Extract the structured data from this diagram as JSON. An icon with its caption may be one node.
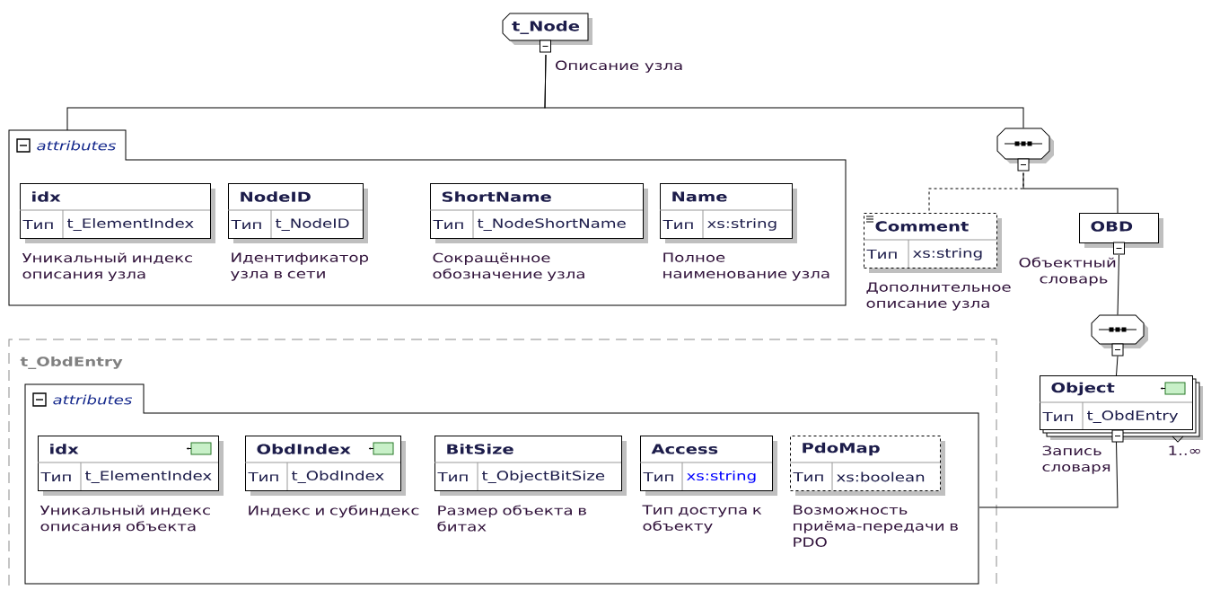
{
  "diagram": {
    "nodes": [
      {
        "text": [
          "t_Node"
        ],
        "beside": [
          "Описание узла"
        ]
      },
      {
        "text": [
          "attributes"
        ]
      },
      {
        "text": [
          "idx",
          "Тип",
          "t_ElementIndex"
        ],
        "beside": [
          "Уникальный индекс описания узла"
        ],
        "in": 1
      },
      {
        "text": [
          "NodeID",
          "Тип",
          "t_NodeID"
        ],
        "beside": [
          "Идентификатор узла в сети"
        ],
        "in": 1
      },
      {
        "text": [
          "ShortName",
          "Тип",
          "t_NodeShortName"
        ],
        "beside": [
          "Сокращённое обозначение узла"
        ],
        "in": 1
      },
      {
        "text": [
          "Name",
          "Тип",
          "xs:string"
        ],
        "beside": [
          "Полное наименование узла"
        ],
        "in": 1
      },
      {
        "text": [],
        "shape": "octagon"
      },
      {
        "text": [
          "Comment",
          "Тип",
          "xs:string"
        ],
        "beside": [
          "Дополнительное описание узла"
        ]
      },
      {
        "text": [
          "OBD"
        ],
        "beside": [
          "Объектный словарь"
        ]
      },
      {
        "text": [],
        "shape": "octagon"
      },
      {
        "text": [
          "Object",
          "Тип",
          "t_ObdEntry"
        ],
        "beside": [
          "Запись словаря",
          "1..∞"
        ]
      },
      {
        "text": [
          "t_ObdEntry"
        ]
      },
      {
        "text": [
          "attributes"
        ],
        "in": 11
      },
      {
        "text": [
          "idx",
          "Тип",
          "t_ElementIndex"
        ],
        "beside": [
          "Уникальный индекс описания объекта"
        ],
        "in": 12
      },
      {
        "text": [
          "ObdIndex",
          "Тип",
          "t_ObdIndex"
        ],
        "beside": [
          "Индекс и субиндекс"
        ],
        "in": 12
      },
      {
        "text": [
          "BitSize",
          "Тип",
          "t_ObjectBitSize"
        ],
        "beside": [
          "Размер объекта в битах"
        ],
        "in": 12
      },
      {
        "text": [
          "Access",
          "Тип",
          "xs:string"
        ],
        "beside": [
          "Тип доступа к объекту"
        ],
        "in": 12
      },
      {
        "text": [
          "PdoMap",
          "Тип",
          "xs:boolean"
        ],
        "beside": [
          "Возможность приёма-передачи в PDO"
        ],
        "in": 12
      }
    ],
    "edges": [
      {
        "from": 0,
        "to": 1,
        "arrow": "none"
      },
      {
        "from": 0,
        "to": 6,
        "arrow": "none"
      },
      {
        "from": 6,
        "to": 7,
        "arrow": "none",
        "style": "dashed"
      },
      {
        "from": 6,
        "to": 8,
        "arrow": "none"
      },
      {
        "from": 8,
        "to": 9,
        "arrow": "none"
      },
      {
        "from": 9,
        "to": 10,
        "arrow": "none"
      },
      {
        "from": 10,
        "to": 12,
        "arrow": "none"
      }
    ]
  }
}
